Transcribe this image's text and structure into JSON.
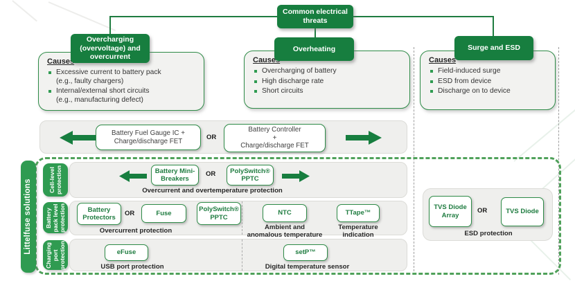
{
  "root_box": {
    "label": "Common electrical\nthreats"
  },
  "threats": [
    {
      "title": "Overcharging\n(overvoltage) and\novercurrent",
      "causes_heading": "Causes",
      "causes": [
        "Excessive current to battery pack\n(e.g., faulty chargers)",
        "Internal/external short circuits\n(e.g., manufacturing defect)"
      ]
    },
    {
      "title": "Overheating",
      "causes_heading": "Causes",
      "causes": [
        "Overcharging of battery",
        "High discharge rate",
        "Short circuits"
      ]
    },
    {
      "title": "Surge and ESD",
      "causes_heading": "Causes",
      "causes": [
        "Field-induced surge",
        "ESD from device",
        "Discharge on to device"
      ]
    }
  ],
  "system_band": {
    "option1": "Battery Fuel Gauge IC +\nCharge/discharge FET",
    "or": "OR",
    "option2": "Battery Controller\n+\nCharge/discharge FET"
  },
  "solutions": {
    "sidebar_label": "Littelfuse solutions",
    "cell_row": {
      "label": "Cell-level\nprotection",
      "box1": "Battery Mini-\nBreakers",
      "or": "OR",
      "box2": "PolySwitch®\nPPTC",
      "caption": "Overcurrent and overtemperature protection"
    },
    "pack_row": {
      "label": "Battery\npack level\nprotection",
      "box1": "Battery\nProtectors",
      "or": "OR",
      "box2": "Fuse",
      "box3": "PolySwitch®\nPPTC",
      "caption1": "Overcurrent protection",
      "box4": "NTC",
      "caption2": "Ambient and\nanomalous temperature",
      "box5": "TTape™",
      "caption3": "Temperature\nindication"
    },
    "charging_row": {
      "label": "Charging\nport\nprotection",
      "box1": "eFuse",
      "caption1": "USB port protection",
      "box2": "setP™",
      "caption2": "Digital temperature sensor"
    },
    "esd_group": {
      "box1": "TVS Diode\nArray",
      "or": "OR",
      "box2": "TVS Diode",
      "caption": "ESD protection"
    }
  }
}
